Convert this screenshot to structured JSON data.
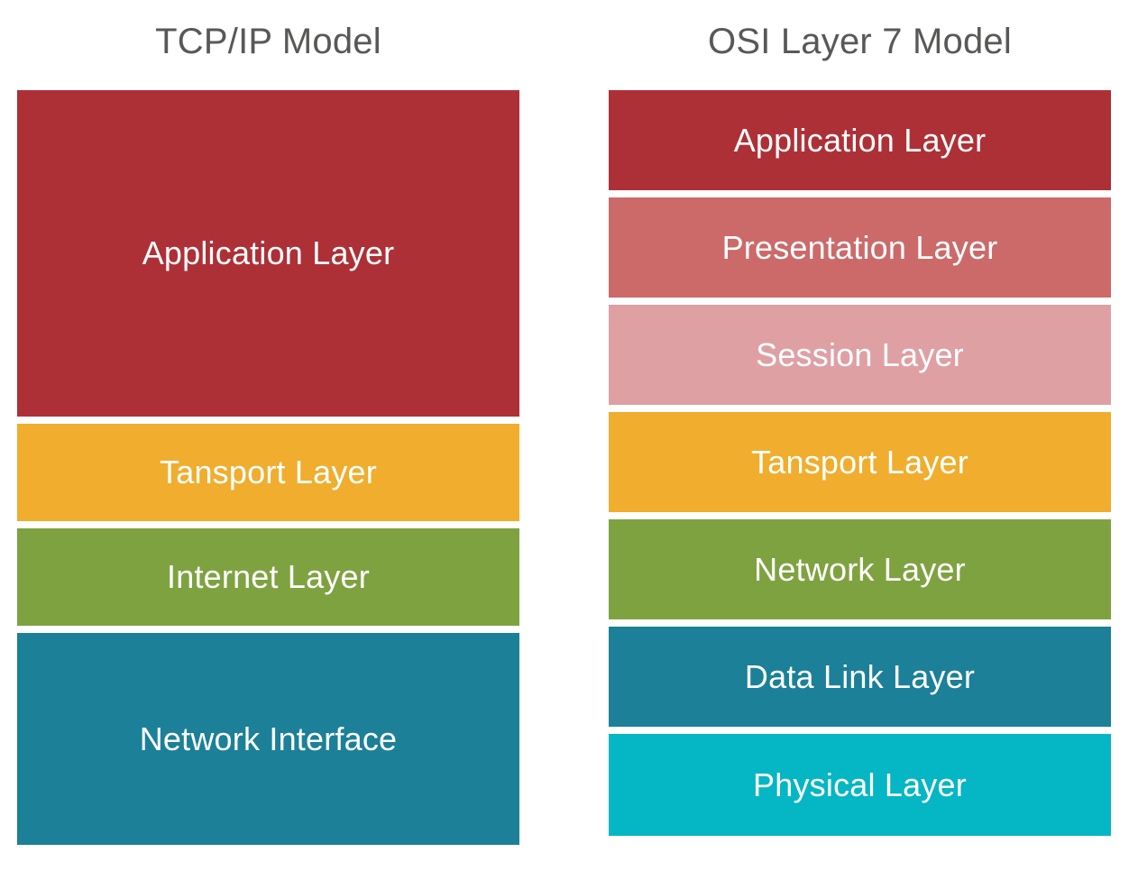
{
  "palette": {
    "red_dark": "#AE3037",
    "red_medium": "#CC6A6A",
    "red_light": "#DFA0A4",
    "amber": "#F0AD2E",
    "green": "#7FA241",
    "teal": "#1B8098",
    "cyan": "#05B6C4",
    "title_text": "#595857",
    "label_text": "#FFFFFF",
    "background": "#FFFFFF"
  },
  "columns": {
    "tcpip": {
      "title": "TCP/IP Model",
      "layers": [
        {
          "label": "Application Layer",
          "color": "#AE3037",
          "size": "tall"
        },
        {
          "label": "Tansport Layer",
          "color": "#F0AD2E",
          "size": "short"
        },
        {
          "label": "Internet Layer",
          "color": "#7FA241",
          "size": "short"
        },
        {
          "label": "Network Interface",
          "color": "#1B8098",
          "size": "base"
        }
      ]
    },
    "osi": {
      "title": "OSI Layer 7 Model",
      "layers": [
        {
          "label": "Application Layer",
          "color": "#AE3037"
        },
        {
          "label": "Presentation Layer",
          "color": "#CC6A6A"
        },
        {
          "label": "Session Layer",
          "color": "#DFA0A4"
        },
        {
          "label": "Tansport Layer",
          "color": "#F0AD2E"
        },
        {
          "label": "Network Layer",
          "color": "#7FA241"
        },
        {
          "label": "Data Link Layer",
          "color": "#1B8098"
        },
        {
          "label": "Physical Layer",
          "color": "#05B6C4"
        }
      ]
    }
  }
}
